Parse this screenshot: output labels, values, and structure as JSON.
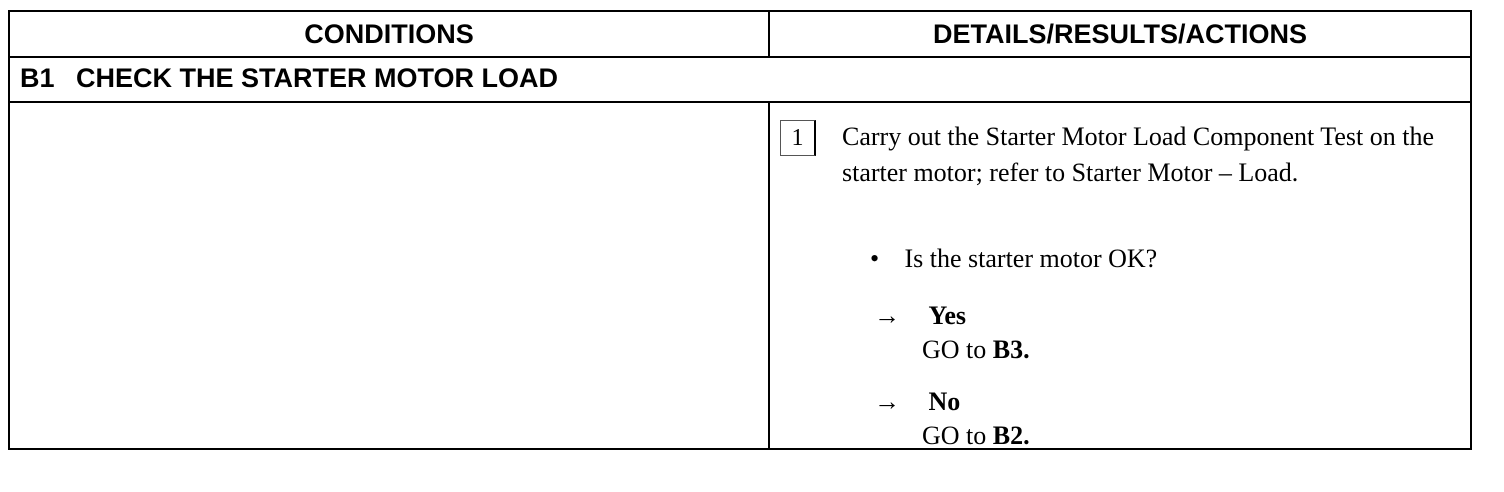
{
  "table": {
    "headers": {
      "conditions": "CONDITIONS",
      "details": "DETAILS/RESULTS/ACTIONS"
    },
    "section": {
      "code": "B1",
      "title": "CHECK THE STARTER MOTOR LOAD"
    },
    "step": {
      "number": "1",
      "text": "Carry out the Starter Motor Load Component Test on the starter motor; refer to Starter Motor – Load.",
      "bullet": "•",
      "question": "Is the starter motor OK?",
      "answers": [
        {
          "arrow": "→",
          "label": "Yes",
          "goto_prefix": "GO to",
          "goto_target": "B3."
        },
        {
          "arrow": "→",
          "label": "No",
          "goto_prefix": "GO to",
          "goto_target": "B2."
        }
      ]
    }
  }
}
